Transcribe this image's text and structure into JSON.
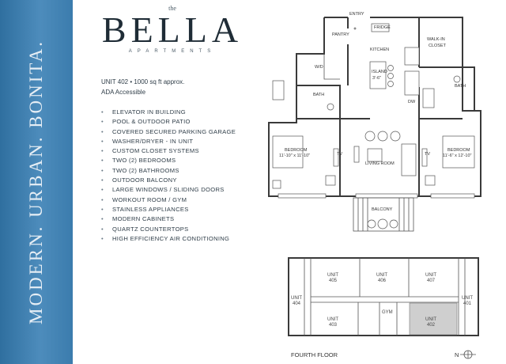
{
  "brand": {
    "the": "the",
    "name": "BELLA",
    "subtitle": "APARTMENTS",
    "tagline": "MODERN. URBAN. BONITA."
  },
  "unit": {
    "line1": "UNIT 402 • 1000 sq ft approx.",
    "line2": "ADA Accessible"
  },
  "features": [
    "ELEVATOR IN BUILDING",
    "POOL & OUTDOOR PATIO",
    "COVERED SECURED PARKING GARAGE",
    "WASHER/DRYER - IN UNIT",
    "CUSTOM CLOSET SYSTEMS",
    "TWO (2) BEDROOMS",
    "TWO (2) BATHROOMS",
    "OUTDOOR BALCONY",
    "LARGE WINDOWS / SLIDING DOORS",
    "WORKOUT ROOM / GYM",
    "STAINLESS APPLIANCES",
    "MODERN CABINETS",
    "QUARTZ COUNTERTOPS",
    "HIGH EFFICIENCY AIR CONDITIONING"
  ],
  "floorplan": {
    "entry": "ENTRY",
    "pantry": "PANTRY",
    "fridge": "FRIDGE",
    "kitchen": "KITCHEN",
    "island": "ISLAND",
    "island_size": "3'-6\"",
    "wd": "W/D",
    "walkin": "WALK-IN",
    "closet": "CLOSET",
    "bath_left": "BATH",
    "bath_right": "BATH",
    "bedroom_left": "BEDROOM",
    "bedroom_left_size": "11'-10\" x 11'-10\"",
    "bedroom_right": "BEDROOM",
    "bedroom_right_size": "11'-6\" x 12'-10\"",
    "living_room": "LIVING ROOM",
    "balcony": "BALCONY",
    "tv": "TV",
    "dw": "DW"
  },
  "keyplan": {
    "unit_word": "UNIT",
    "units": [
      "405",
      "406",
      "407",
      "404",
      "401",
      "403",
      "402"
    ],
    "gym": "GYM",
    "floor_label": "FOURTH FLOOR",
    "north": "N"
  },
  "colors": {
    "sidebar": "#3d7fb0",
    "highlight_unit": "#cfcfcf"
  }
}
